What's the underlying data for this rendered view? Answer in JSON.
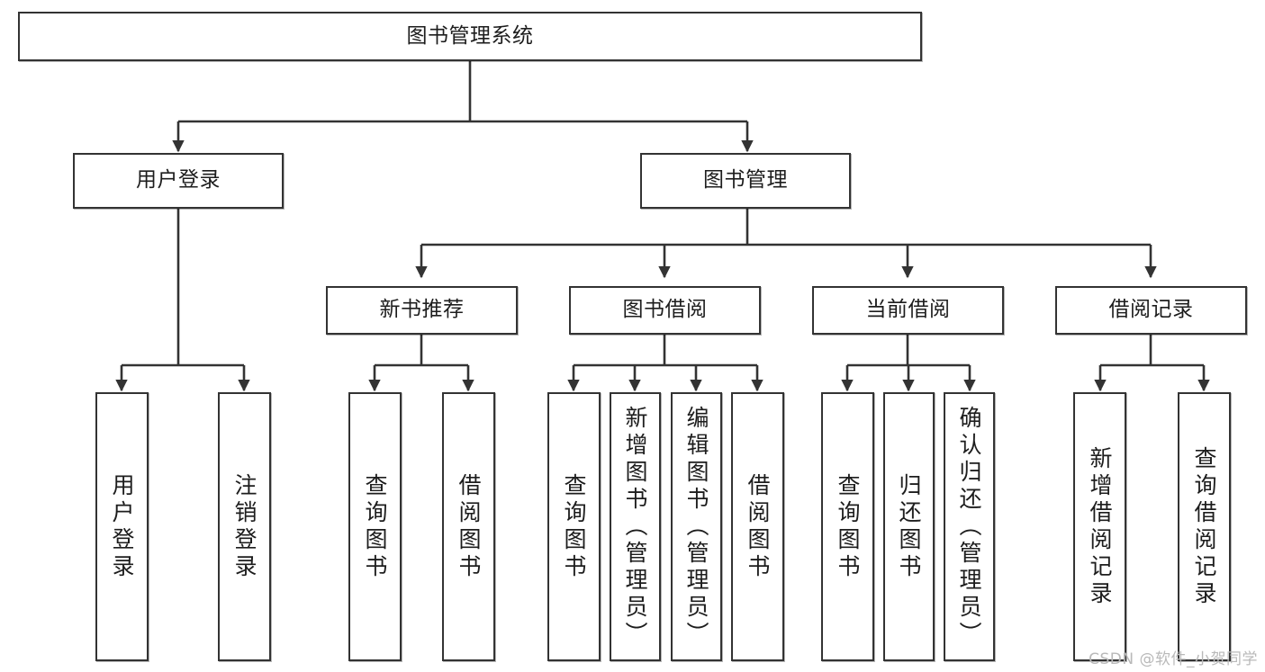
{
  "diagram": {
    "title": "图书管理系统",
    "watermark": "CSDN @软件_小贺同学",
    "line_color": "#333333",
    "box_fill": "#ffffff",
    "text_color": "#1d1d1d",
    "nodes": {
      "root": {
        "label": "图书管理系统"
      },
      "level2": [
        {
          "id": "user-login",
          "label": "用户登录"
        },
        {
          "id": "book-management",
          "label": "图书管理"
        }
      ],
      "level3": [
        {
          "id": "new-book-recommend",
          "label": "新书推荐",
          "parent": "book-management"
        },
        {
          "id": "book-borrow",
          "label": "图书借阅",
          "parent": "book-management"
        },
        {
          "id": "current-borrow",
          "label": "当前借阅",
          "parent": "book-management"
        },
        {
          "id": "borrow-record",
          "label": "借阅记录",
          "parent": "book-management"
        }
      ],
      "leaves": [
        {
          "id": "leaf-user-login",
          "label": "用户登录",
          "parent": "user-login"
        },
        {
          "id": "leaf-logout-login",
          "label": "注销登录",
          "parent": "user-login"
        },
        {
          "id": "leaf-query-book-1",
          "label": "查询图书",
          "parent": "new-book-recommend"
        },
        {
          "id": "leaf-borrow-book-1",
          "label": "借阅图书",
          "parent": "new-book-recommend"
        },
        {
          "id": "leaf-query-book-2",
          "label": "查询图书",
          "parent": "book-borrow"
        },
        {
          "id": "leaf-add-book-admin",
          "label": "新增图书（管理员）",
          "parent": "book-borrow"
        },
        {
          "id": "leaf-edit-book-admin",
          "label": "编辑图书（管理员）",
          "parent": "book-borrow"
        },
        {
          "id": "leaf-borrow-book-2",
          "label": "借阅图书",
          "parent": "book-borrow"
        },
        {
          "id": "leaf-query-book-3",
          "label": "查询图书",
          "parent": "current-borrow"
        },
        {
          "id": "leaf-return-book",
          "label": "归还图书",
          "parent": "current-borrow"
        },
        {
          "id": "leaf-confirm-return-admin",
          "label": "确认归还（管理员）",
          "parent": "current-borrow"
        },
        {
          "id": "leaf-add-borrow-record",
          "label": "新增借阅记录",
          "parent": "borrow-record"
        },
        {
          "id": "leaf-query-borrow-record",
          "label": "查询借阅记录",
          "parent": "borrow-record"
        }
      ]
    }
  }
}
